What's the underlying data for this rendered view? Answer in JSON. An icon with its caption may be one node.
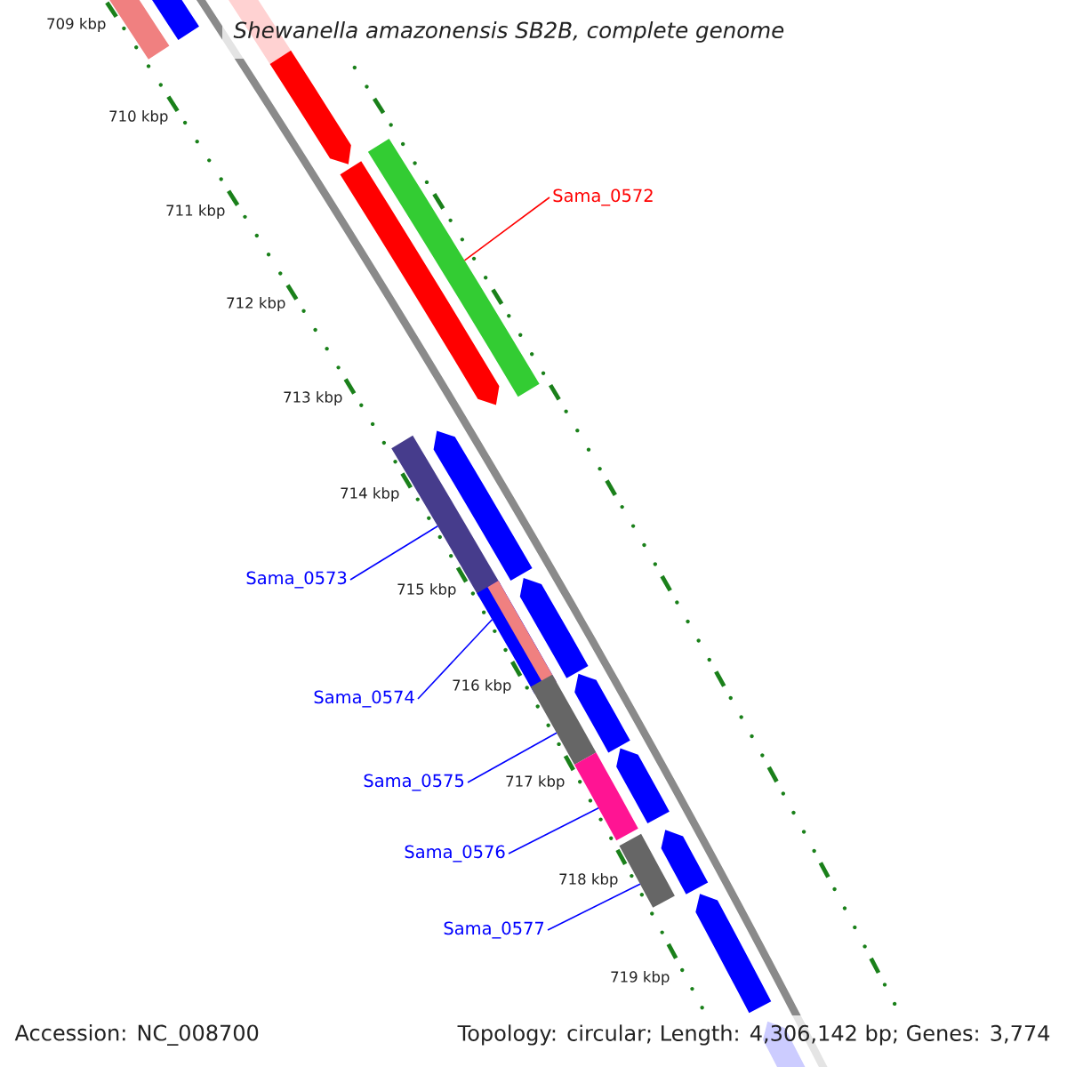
{
  "diagram": {
    "title": "Shewanella amazonensis SB2B, complete genome",
    "nodes": [
      {
        "text": [
          "Sama_0572"
        ]
      },
      {
        "text": [
          "Sama_0573"
        ]
      },
      {
        "text": [
          "Sama_0574"
        ]
      },
      {
        "text": [
          "Sama_0575"
        ]
      },
      {
        "text": [
          "Sama_0576"
        ]
      },
      {
        "text": [
          "Sama_0577"
        ]
      },
      {
        "text": [],
        "shape": "bar"
      },
      {
        "text": [],
        "shape": "arrow"
      },
      {
        "text": [],
        "shape": "arrow"
      },
      {
        "text": [],
        "shape": "bar"
      },
      {
        "text": [],
        "shape": "arrow"
      },
      {
        "text": [],
        "shape": "bar"
      },
      {
        "text": [],
        "shape": "arrow"
      },
      {
        "text": [],
        "shape": "bar"
      },
      {
        "text": [],
        "shape": "arrow"
      },
      {
        "text": [],
        "shape": "bar"
      },
      {
        "text": [],
        "shape": "arrow"
      },
      {
        "text": [],
        "shape": "bar"
      },
      {
        "text": [],
        "shape": "arrow"
      },
      {
        "text": [],
        "shape": "bar"
      },
      {
        "text": [],
        "shape": "arrow"
      },
      {
        "text": [],
        "shape": "arrow"
      },
      {
        "text": [],
        "shape": "arrow"
      }
    ],
    "edges": [
      {
        "from": 0,
        "to": 9,
        "arrow": "none",
        "color": "#ff0000"
      },
      {
        "from": 1,
        "to": 11,
        "arrow": "none"
      },
      {
        "from": 2,
        "to": 13,
        "arrow": "none"
      },
      {
        "from": 3,
        "to": 15,
        "arrow": "none"
      },
      {
        "from": 4,
        "to": 17,
        "arrow": "none"
      },
      {
        "from": 5,
        "to": 19,
        "arrow": "none"
      }
    ],
    "labels": [
      "709 kbp",
      "710 kbp",
      "711 kbp",
      "712 kbp",
      "713 kbp",
      "714 kbp",
      "715 kbp",
      "716 kbp",
      "717 kbp",
      "718 kbp",
      "719 kbp",
      "Accession: NC_008700",
      "Topology: circular; Length: 4,306,142 bp; Genes: 3,774"
    ]
  }
}
